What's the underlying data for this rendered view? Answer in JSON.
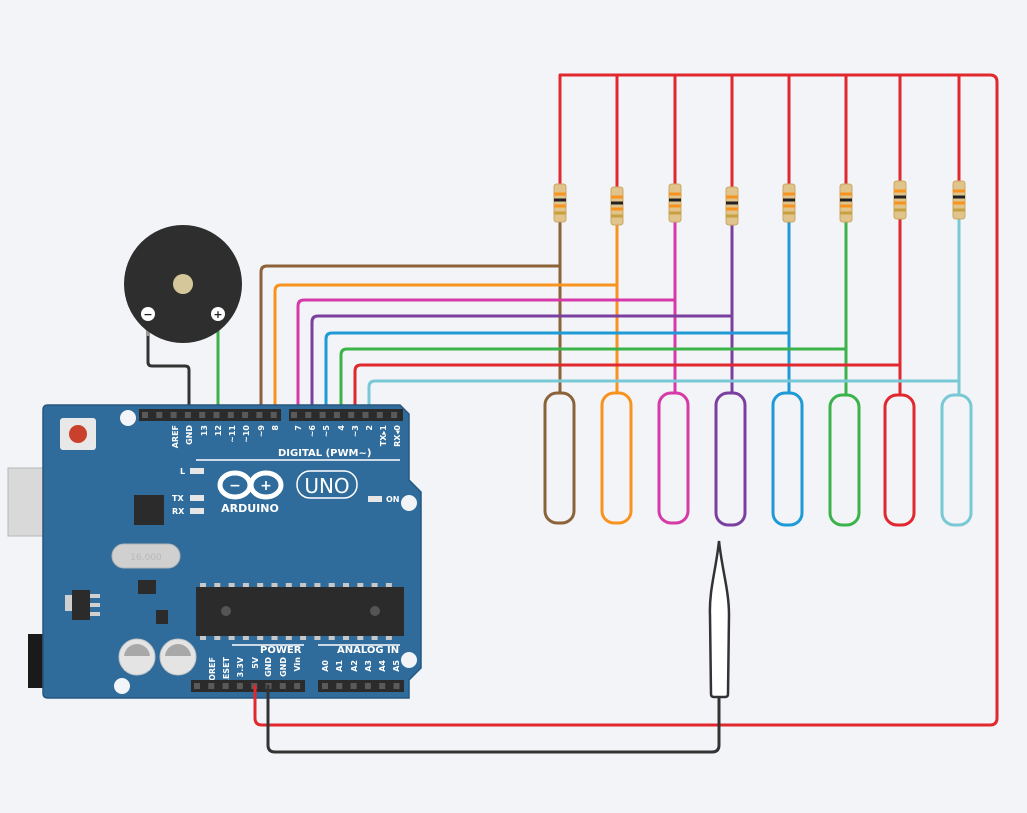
{
  "colors": {
    "background": "#f2f4f7",
    "board": "#2f6c9c",
    "board_edge": "#27577f",
    "header": "#2b2b2b",
    "red": "#e0282e",
    "black": "#333333",
    "wires": [
      "#8c6239",
      "#f7931e",
      "#d63aa8",
      "#7b3fa0",
      "#1e9ad6",
      "#3cb34a",
      "#e0282e",
      "#78c8d6"
    ]
  },
  "board": {
    "brand": "ARDUINO",
    "model": "UNO",
    "digital_label": "DIGITAL (PWM~)",
    "power_label": "POWER",
    "analog_label": "ANALOG IN",
    "on_label": "ON",
    "l_label": "L",
    "tx_label": "TX",
    "rx_label": "RX",
    "crystal_label": "16.000",
    "top_pins": [
      "AREF",
      "GND",
      "13",
      "12",
      "~11",
      "~10",
      "~9",
      "8",
      "7",
      "~6",
      "~5",
      "4",
      "~3",
      "2",
      "TX▸1",
      "RX◂0"
    ],
    "power_pins": [
      "IOREF",
      "RESET",
      "3.3V",
      "5V",
      "GND",
      "GND",
      "Vin"
    ],
    "analog_pins": [
      "A0",
      "A1",
      "A2",
      "A3",
      "A4",
      "A5"
    ]
  },
  "buzzer": {
    "minus_label": "−",
    "plus_label": "+"
  },
  "icons": {
    "logo": "arduino-infinity-logo",
    "reset": "reset-button-icon"
  }
}
